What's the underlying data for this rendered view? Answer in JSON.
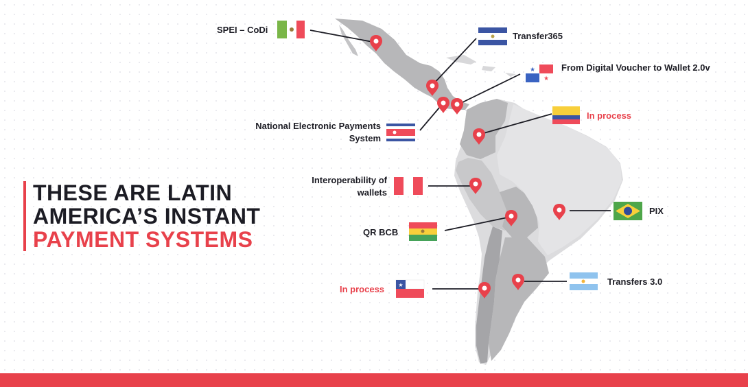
{
  "headline": {
    "line1": "THESE ARE LATIN",
    "line2": "AMERICA’S INSTANT",
    "line3": "PAYMENT SYSTEMS"
  },
  "labels": {
    "mexico": "SPEI – CoDi",
    "el_salvador": "Transfer365",
    "panama": "From Digital Voucher to Wallet 2.0v",
    "colombia": "In process",
    "costa_rica": "National Electronic Payments System",
    "peru": "Interoperability of wallets",
    "bolivia": "QR BCB",
    "brazil": "PIX",
    "chile": "In process",
    "argentina": "Transfers 3.0"
  },
  "icons": [
    "map-pin-icon",
    "flag-icon"
  ],
  "colors": {
    "accent": "#e8414b",
    "map_dark": "#b7b7b9",
    "map_light": "#dcdcde",
    "text": "#1c1c24"
  }
}
